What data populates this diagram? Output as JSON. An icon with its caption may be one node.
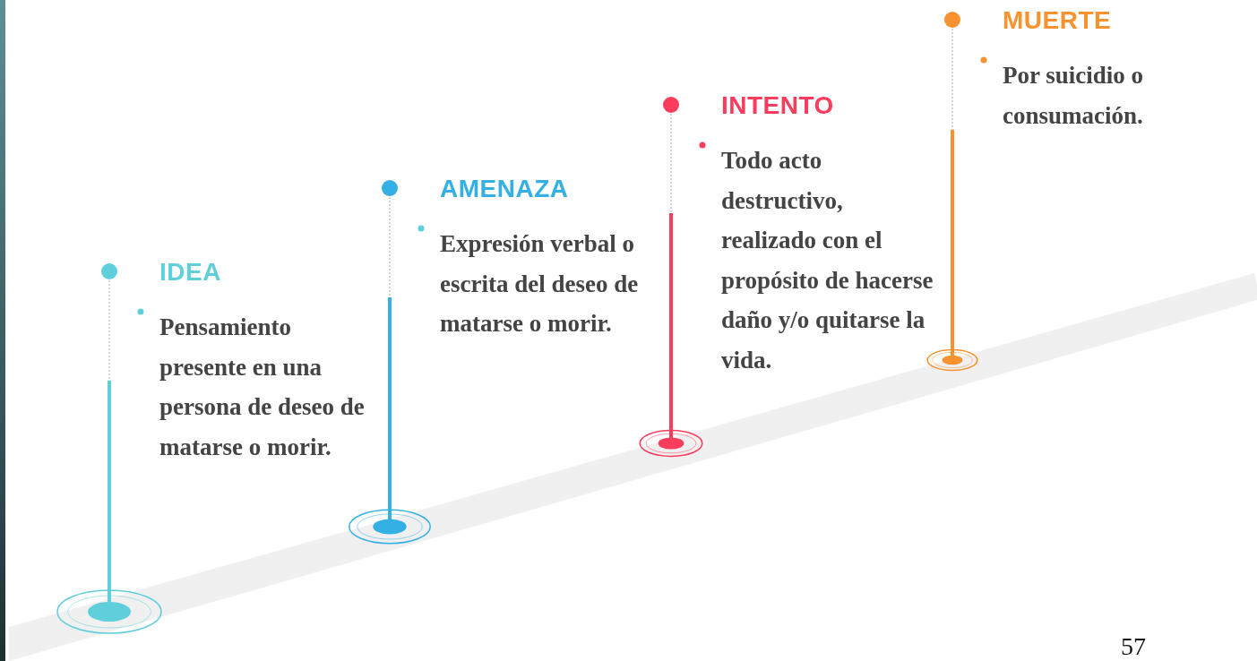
{
  "diagram": {
    "nodes": [
      {
        "text": [
          "IDEA",
          "Pensamiento presente en una persona de deseo de matarse o morir."
        ]
      },
      {
        "text": [
          "AMENAZA",
          "Expresión verbal o escrita del deseo de matarse o morir."
        ]
      },
      {
        "text": [
          "INTENTO",
          "Todo acto destructivo, realizado con el propósito de hacerse daño y/o quitarse la vida."
        ]
      },
      {
        "text": [
          "MUERTE",
          "Por suicidio o consumación."
        ]
      }
    ],
    "labels": [
      "57"
    ]
  }
}
